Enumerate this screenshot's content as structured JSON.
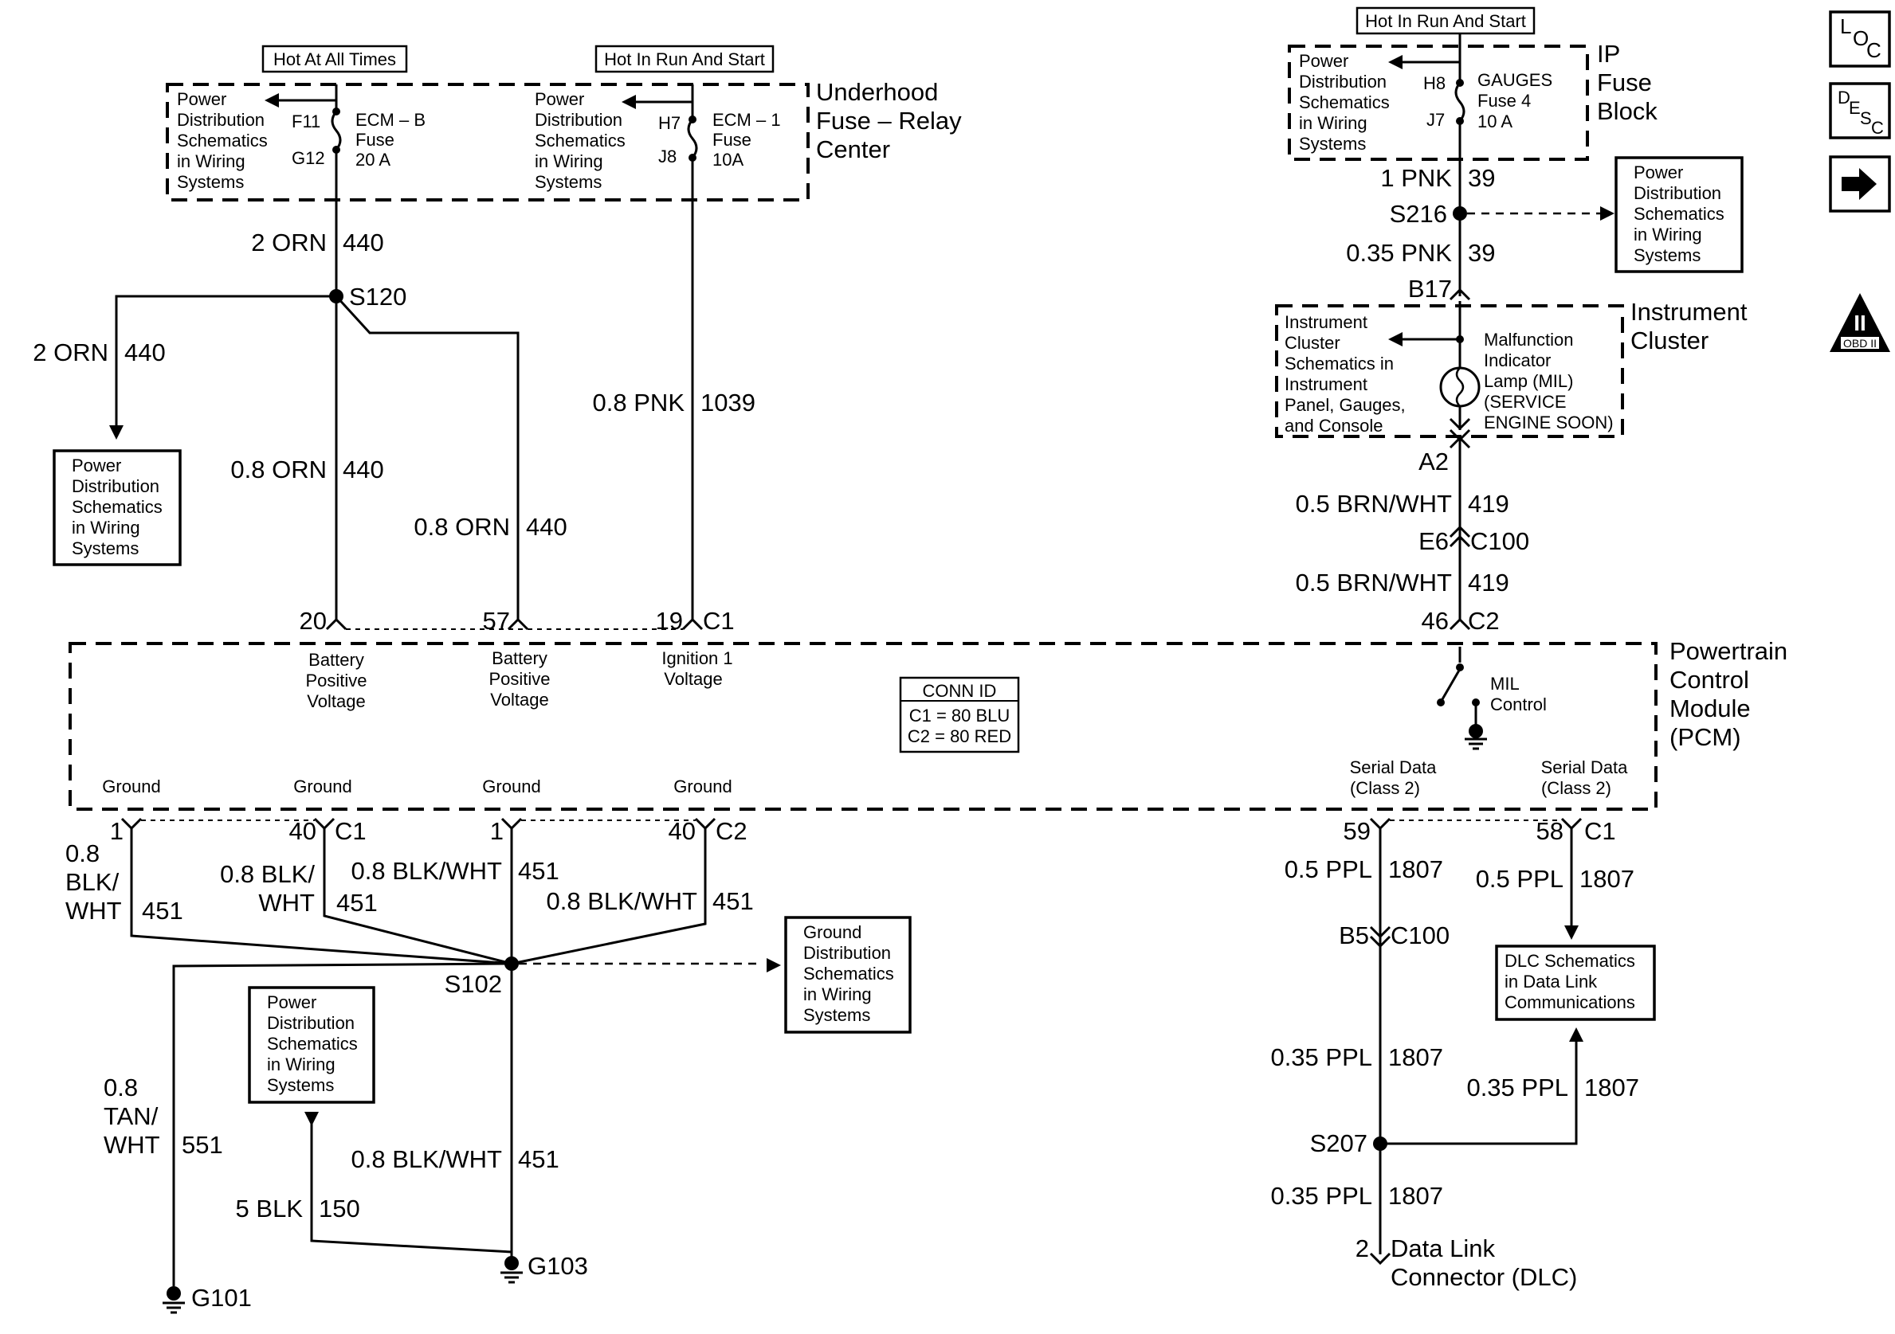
{
  "nav": {
    "loc_letters": [
      "L",
      "O",
      "C"
    ],
    "desc_letters": [
      "D",
      "E",
      "S",
      "C"
    ],
    "obd_numeral": "II",
    "obd_text": "OBD II"
  },
  "headers": {
    "hot_at_all_times": "Hot At All Times",
    "hot_run_start_1": "Hot In Run And Start",
    "hot_run_start_2": "Hot In Run And Start"
  },
  "underhood": {
    "title": [
      "Underhood",
      "Fuse – Relay",
      "Center"
    ],
    "pd_left": [
      "Power",
      "Distribution",
      "Schematics",
      "in Wiring",
      "Systems"
    ],
    "pd_mid": [
      "Power",
      "Distribution",
      "Schematics",
      "in Wiring",
      "Systems"
    ],
    "fuse1_pins": [
      "F11",
      "G12"
    ],
    "fuse1_label": [
      "ECM – B",
      "Fuse",
      "20 A"
    ],
    "fuse2_pins": [
      "H7",
      "J8"
    ],
    "fuse2_label": [
      "ECM – 1",
      "Fuse",
      "10A"
    ]
  },
  "ip_fuse": {
    "title": [
      "IP",
      "Fuse",
      "Block"
    ],
    "pd": [
      "Power",
      "Distribution",
      "Schematics",
      "in Wiring",
      "Systems"
    ],
    "pins": [
      "H8",
      "J7"
    ],
    "fuse_label": [
      "GAUGES",
      "Fuse  4",
      "10 A"
    ]
  },
  "cluster": {
    "title": [
      "Instrument",
      "Cluster"
    ],
    "ref": [
      "Instrument",
      "Cluster",
      "Schematics in",
      "Instrument",
      "Panel, Gauges,",
      "and Console"
    ],
    "mil": [
      "Malfunction",
      "Indicator",
      "Lamp (MIL)",
      "(SERVICE",
      "ENGINE SOON)"
    ]
  },
  "pcm": {
    "title": [
      "Powertrain",
      "Control",
      "Module",
      "(PCM)"
    ],
    "conn_id": [
      "CONN ID",
      "C1 = 80 BLU",
      "C2 = 80 RED"
    ],
    "bat1": [
      "Battery",
      "Positive",
      "Voltage"
    ],
    "bat2": [
      "Battery",
      "Positive",
      "Voltage"
    ],
    "ign": [
      "Ignition 1",
      "Voltage"
    ],
    "mil_ctrl": [
      "MIL",
      "Control"
    ],
    "grounds": [
      "Ground",
      "Ground",
      "Ground",
      "Ground"
    ],
    "serial1": [
      "Serial Data",
      "(Class 2)"
    ],
    "serial2": [
      "Serial Data",
      "(Class 2)"
    ]
  },
  "boxes": {
    "pd_s216": [
      "Power",
      "Distribution",
      "Schematics",
      "in Wiring",
      "Systems"
    ],
    "pd_s120": [
      "Power",
      "Distribution",
      "Schematics",
      "in Wiring",
      "Systems"
    ],
    "gd_s102": [
      "Ground",
      "Distribution",
      "Schematics",
      "in Wiring",
      "Systems"
    ],
    "pd_g103": [
      "Power",
      "Distribution",
      "Schematics",
      "in Wiring",
      "Systems"
    ],
    "dlc": [
      "DLC Schematics",
      "in Data Link",
      "Communications"
    ]
  },
  "wires": {
    "orn_top": [
      "2 ORN",
      "440"
    ],
    "orn_left": [
      "2 ORN",
      "440"
    ],
    "orn_mid": [
      "0.8 ORN",
      "440"
    ],
    "orn_right": [
      "0.8 ORN",
      "440"
    ],
    "pnk_1039": [
      "0.8 PNK",
      "1039"
    ],
    "pnk_top": [
      "1 PNK",
      "39"
    ],
    "pnk_mid": [
      "0.35 PNK",
      "39"
    ],
    "brn1": [
      "0.5 BRN/WHT",
      "419"
    ],
    "brn2": [
      "0.5 BRN/WHT",
      "419"
    ],
    "gnd1": [
      "0.8",
      "BLK/",
      "WHT",
      "451"
    ],
    "gnd2": [
      "0.8 BLK/",
      "WHT",
      "451"
    ],
    "gnd3": [
      "0.8 BLK/WHT",
      "451"
    ],
    "gnd4": [
      "0.8 BLK/WHT",
      "451"
    ],
    "gnd_s102": [
      "0.8 BLK/WHT",
      "451"
    ],
    "tan": [
      "0.8",
      "TAN/",
      "WHT",
      "551"
    ],
    "blk150": [
      "5 BLK",
      "150"
    ],
    "ppl1": [
      "0.5 PPL",
      "1807"
    ],
    "ppl2": [
      "0.5 PPL",
      "1807"
    ],
    "ppl3": [
      "0.35 PPL",
      "1807"
    ],
    "ppl4": [
      "0.35 PPL",
      "1807"
    ],
    "ppl5": [
      "0.35 PPL",
      "1807"
    ]
  },
  "pins": {
    "p20": "20",
    "p57": "57",
    "p19": "19",
    "c1_top": "C1",
    "p46": "46",
    "c2_top": "C2",
    "e6": "E6",
    "c100_top": "C100",
    "a2": "A2",
    "b17": "B17",
    "g1": "1",
    "g40a": "40",
    "c1_g": "C1",
    "g1b": "1",
    "g40b": "40",
    "c2_g": "C2",
    "p59": "59",
    "p58": "58",
    "c1_s": "C1",
    "b5": "B5",
    "c100_bot": "C100",
    "dlc_pin": "2"
  },
  "splices": {
    "s120": "S120",
    "s216": "S216",
    "s102": "S102",
    "s207": "S207",
    "g101": "G101",
    "g103": "G103"
  },
  "dlc_conn": [
    "Data Link",
    "Connector (DLC)"
  ]
}
